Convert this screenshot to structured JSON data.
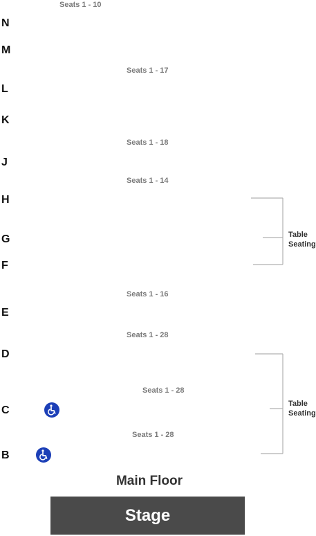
{
  "rows": {
    "N": "N",
    "M": "M",
    "L": "L",
    "K": "K",
    "J": "J",
    "H": "H",
    "G": "G",
    "F": "F",
    "E": "E",
    "D": "D",
    "C": "C",
    "B": "B"
  },
  "seat_ranges": {
    "n": "Seats 1 - 10",
    "l": "Seats 1 - 17",
    "j": "Seats 1 - 18",
    "h": "Seats 1 - 14",
    "e": "Seats 1 - 16",
    "d": "Seats 1 - 28",
    "c": "Seats 1 - 28",
    "b": "Seats 1 - 28"
  },
  "table_seating": {
    "upper": {
      "line1": "Table",
      "line2": "Seating"
    },
    "lower": {
      "line1": "Table",
      "line2": "Seating"
    }
  },
  "main_floor_label": "Main Floor",
  "stage_label": "Stage",
  "icons": {
    "wheelchair": "wheelchair-icon"
  },
  "colors": {
    "wheelchair_bg": "#1c3fb7",
    "stage_bg": "#4a4a4a",
    "bracket_line": "#b0b0b0",
    "seat_label": "#7a7a7a"
  }
}
